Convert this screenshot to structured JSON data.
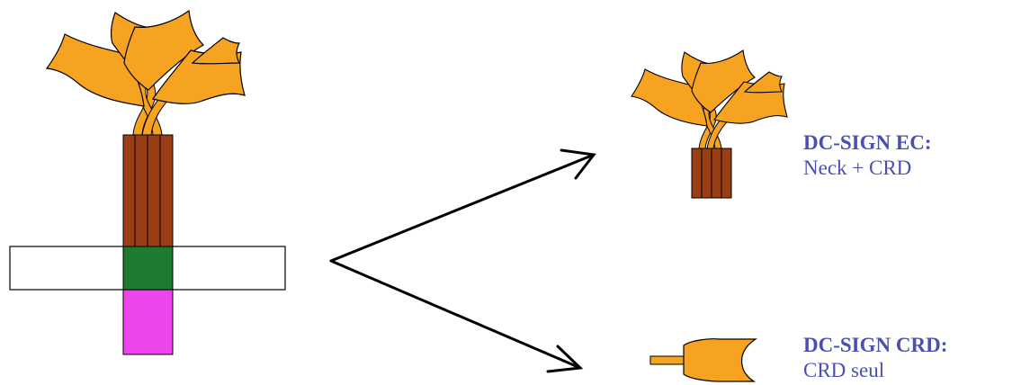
{
  "labels": {
    "ec": {
      "title": "DC-SIGN EC:",
      "subtitle": "Neck + CRD"
    },
    "crd": {
      "title": "DC-SIGN CRD:",
      "subtitle": "CRD seul"
    }
  },
  "colors": {
    "petal": "#f5a320",
    "neck": "#9a3f15",
    "transmembrane": "#1d7a2e",
    "cytoplasmic": "#ee44ee",
    "outline": "#000000",
    "label": "#4b4fb0"
  }
}
